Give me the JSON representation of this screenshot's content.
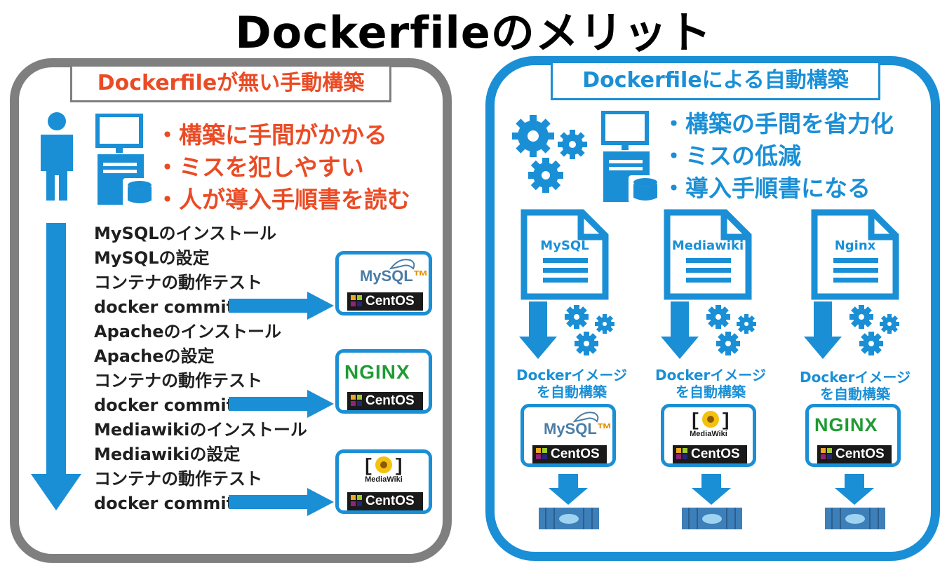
{
  "title": "Dockerfileのメリット",
  "left": {
    "header": "Dockerfileが無い手動構築",
    "bullets": [
      "・構築に手間がかかる",
      "・ミスを犯しやすい",
      "・人が導入手順書を読む"
    ],
    "steps": [
      "MySQLのインストール",
      "MySQLの設定",
      "コンテナの動作テスト",
      "docker commit",
      "Apacheのインストール",
      "Apacheの設定",
      "コンテナの動作テスト",
      "docker commit",
      "Mediawikiのインストール",
      "Mediawikiの設定",
      "コンテナの動作テスト",
      "docker commit"
    ]
  },
  "right": {
    "header": "Dockerfileによる自動構築",
    "bullets": [
      "・構築の手間を省力化",
      "・ミスの低減",
      "・導入手順書になる"
    ],
    "columns": [
      {
        "file": "MySQL",
        "caption_line1": "Dockerイメージ",
        "caption_line2": "を自動構築",
        "app": "mysql"
      },
      {
        "file": "Mediawiki",
        "caption_line1": "Dockerイメージ",
        "caption_line2": "を自動構築",
        "app": "mediawiki"
      },
      {
        "file": "Nginx",
        "caption_line1": "Dockerイメージ",
        "caption_line2": "を自動構築",
        "app": "nginx"
      }
    ]
  },
  "logos": {
    "mysql": "MySQL",
    "mysql_tm": "™",
    "nginx": "NGINX",
    "mediawiki": "MediaWiki",
    "centos": "CentOS"
  },
  "colors": {
    "blue": "#1a8fd6",
    "orange": "#ea4b25",
    "gray": "#7f7f7f"
  },
  "icons": [
    "person-icon",
    "computer-icon",
    "database-icon",
    "gears-icon",
    "document-icon",
    "arrow-icon",
    "container-icon"
  ]
}
